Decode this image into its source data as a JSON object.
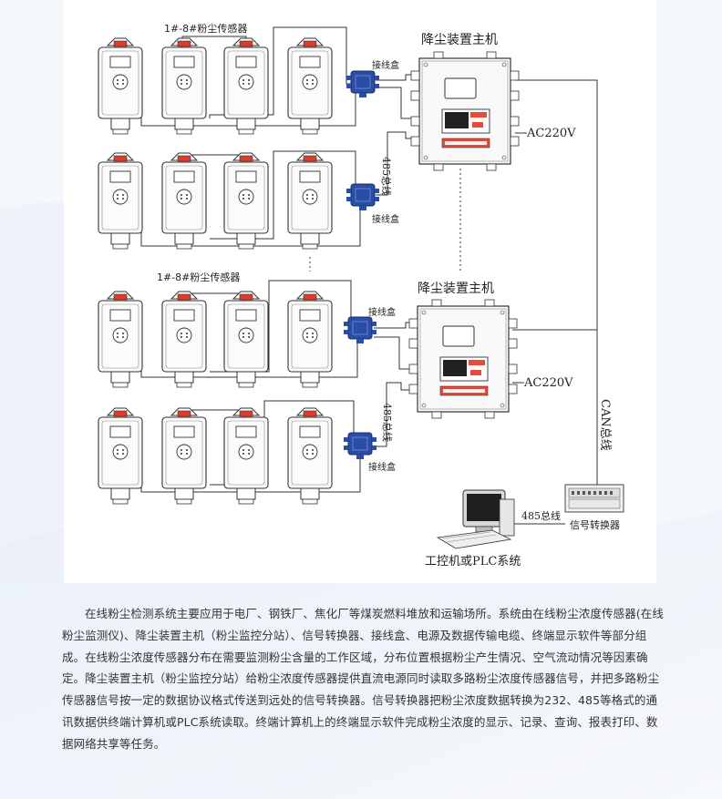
{
  "labels": {
    "sensor_group_1": "1#-8#粉尘传感器",
    "sensor_group_2": "1#-8#粉尘传感器",
    "host_1": "降尘装置主机",
    "host_2": "降尘装置主机",
    "jbox_1": "接线盒",
    "jbox_2": "接线盒",
    "jbox_3": "接线盒",
    "jbox_4": "接线盒",
    "bus485_1": "485总线",
    "bus485_2": "485总线",
    "bus485_3": "485总线",
    "ac_1": "AC220V",
    "ac_2": "AC220V",
    "can_bus": "CAN总线",
    "converter": "信号转换器",
    "ipc": "工控机或PLC系统"
  },
  "description": "在线粉尘检测系统主要应用于电厂、钢铁厂、焦化厂等煤炭燃料堆放和运输场所。系统由在线粉尘浓度传感器(在线粉尘监测仪)、降尘装置主机（粉尘监控分站）、信号转换器、接线盒、电源及数据传输电缆、终端显示软件等部分组成。在线粉尘浓度传感器分布在需要监测粉尘含量的工作区域，分布位置根据粉尘产生情况、空气流动情况等因素确定。降尘装置主机（粉尘监控分站）给粉尘浓度传感器提供直流电源同时读取多路粉尘浓度传感器信号，并把多路粉尘传感器信号按一定的数据协议格式传送到远处的信号转换器。信号转换器把粉尘浓度数据转换为232、485等格式的通讯数据供终端计算机或PLC系统读取。终端计算机上的终端显示软件完成粉尘浓度的显示、记录、查询、报表打印、数据网络共享等任务。",
  "colors": {
    "sensor_flag": "#e23a2a",
    "junction_box": "#2a4ea8",
    "line": "#333333",
    "host_panel": "#e84a3a"
  }
}
